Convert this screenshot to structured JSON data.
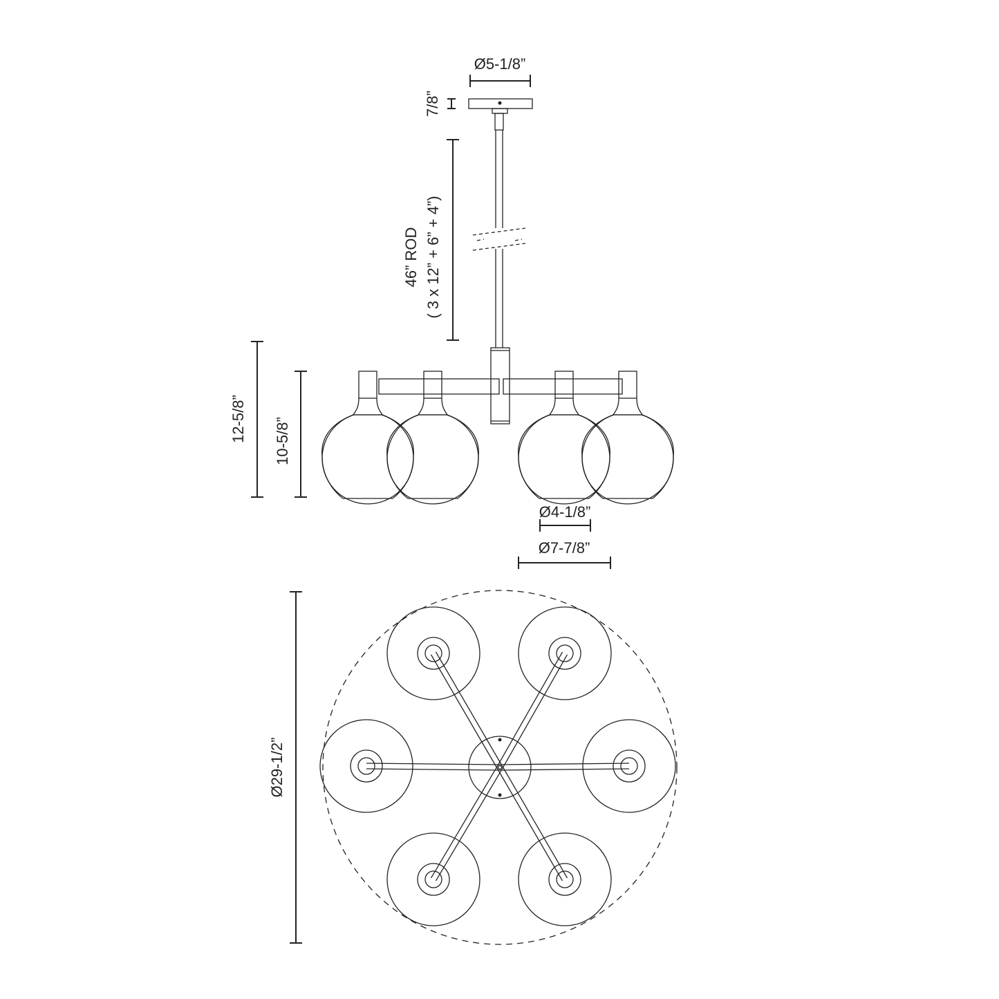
{
  "dimensions": {
    "canopy_diameter": "Ø5-1/8”",
    "canopy_height": "7/8”",
    "rod_length": "46” ROD",
    "rod_segments": "( 3 x 12” + 6” + 4”)",
    "overall_height": "12-5/8”",
    "globe_height": "10-5/8”",
    "globe_opening_diameter": "Ø4-1/8”",
    "globe_diameter": "Ø7-7/8”",
    "overall_diameter": "Ø29-1/2”"
  },
  "line_color": "#222222"
}
